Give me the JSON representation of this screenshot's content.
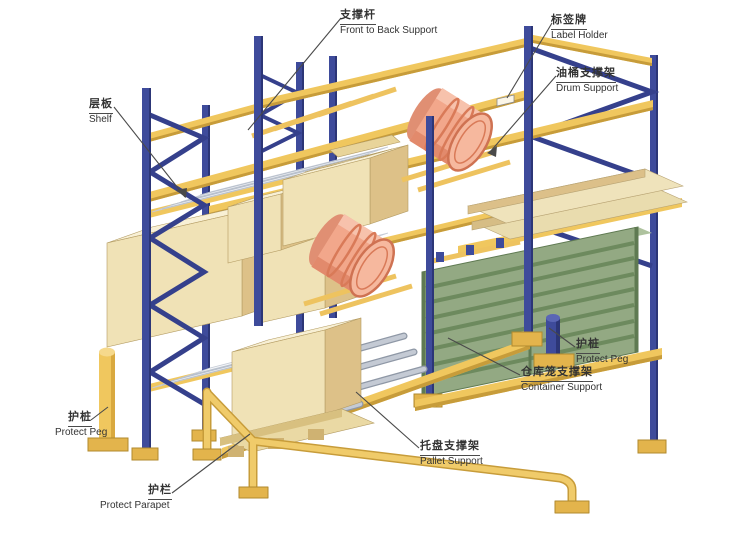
{
  "diagram": {
    "type": "technical-illustration",
    "subject": "warehouse pallet racking system with labeled components",
    "labels": [
      {
        "id": "front-to-back-support",
        "zh": "支撑杆",
        "en": "Front to Back Support"
      },
      {
        "id": "label-holder",
        "zh": "标签牌",
        "en": "Label Holder"
      },
      {
        "id": "drum-support",
        "zh": "油桶支撑架",
        "en": "Drum Support"
      },
      {
        "id": "shelf",
        "zh": "层板",
        "en": "Shelf"
      },
      {
        "id": "protect-peg-right",
        "zh": "护桩",
        "en": "Protect Peg"
      },
      {
        "id": "container-support",
        "zh": "仓库笼支撑架",
        "en": "Container Support"
      },
      {
        "id": "protect-peg-left",
        "zh": "护桩",
        "en": "Protect Peg"
      },
      {
        "id": "pallet-support",
        "zh": "托盘支撑架",
        "en": "Pallet Support"
      },
      {
        "id": "protect-parapet",
        "zh": "护栏",
        "en": "Protect Parapet"
      }
    ],
    "colors": {
      "frame_blue": "#3e4b9b",
      "frame_blue_dark": "#2c3677",
      "beam_yellow": "#f0c75e",
      "beam_yellow_dark": "#c79c3a",
      "drum_orange": "#f2a78b",
      "box_tan": "#f0e2b6",
      "container_green": "#93a983",
      "support_gray": "#c4cad4",
      "leader_line": "#4a4a4a",
      "text": "#333333",
      "background": "#ffffff"
    }
  }
}
